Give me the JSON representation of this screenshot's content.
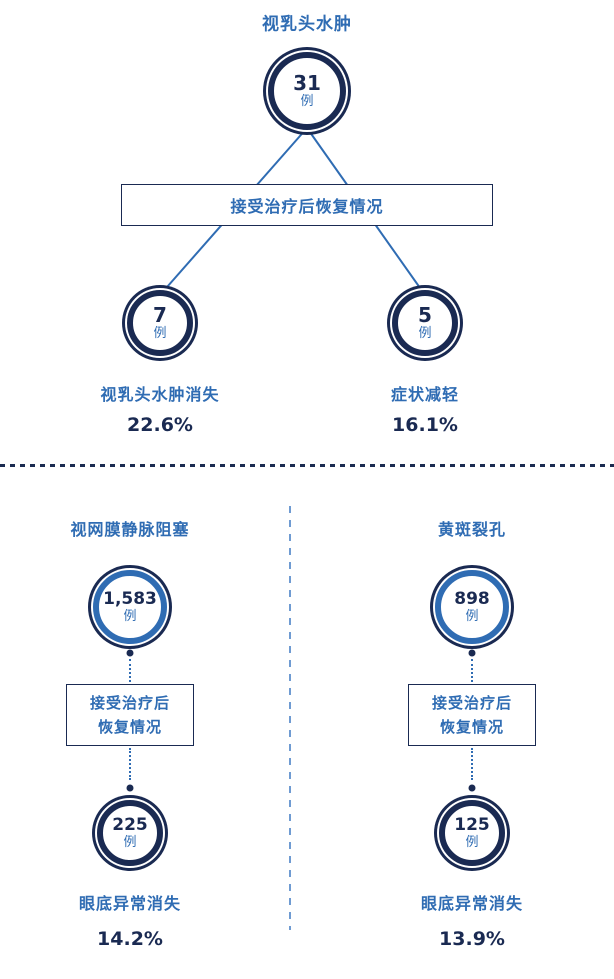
{
  "colors": {
    "navy": "#1a2a52",
    "blue": "#2f6cb3",
    "divider_blue": "#6f9bd2",
    "background": "#ffffff"
  },
  "top": {
    "title": "视乳头水肿",
    "root_value": "31",
    "root_unit": "例",
    "treatment_label": "接受治疗后恢复情况",
    "left_child": {
      "value": "7",
      "unit": "例",
      "label": "视乳头水肿消失",
      "percent": "22.6%"
    },
    "right_child": {
      "value": "5",
      "unit": "例",
      "label": "症状减轻",
      "percent": "16.1%"
    }
  },
  "bottom": {
    "left": {
      "title": "视网膜静脉阻塞",
      "root_value": "1,583",
      "root_unit": "例",
      "treatment_line1": "接受治疗后",
      "treatment_line2": "恢复情况",
      "result_value": "225",
      "result_unit": "例",
      "result_label": "眼底异常消失",
      "percent": "14.2%"
    },
    "right": {
      "title": "黄斑裂孔",
      "root_value": "898",
      "root_unit": "例",
      "treatment_line1": "接受治疗后",
      "treatment_line2": "恢复情况",
      "result_value": "125",
      "result_unit": "例",
      "result_label": "眼底异常消失",
      "percent": "13.9%"
    }
  }
}
